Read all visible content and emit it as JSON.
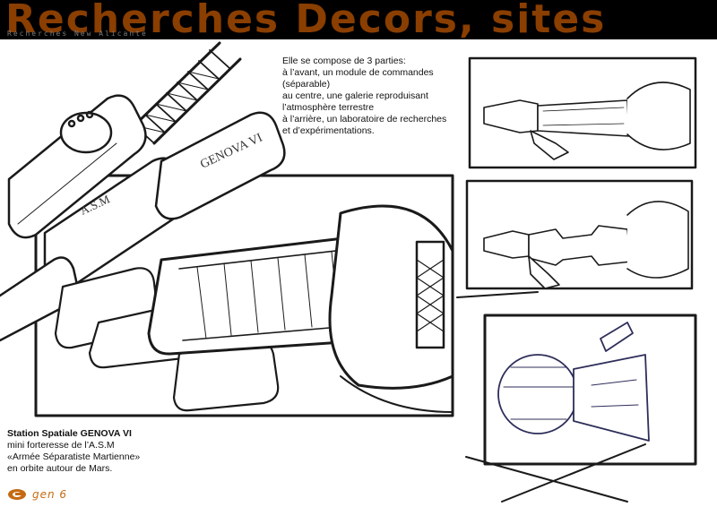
{
  "header": {
    "title": "Recherches Decors, sites",
    "subtitle": "Recherches New Alicante"
  },
  "intro": {
    "lines": [
      "Elle se compose de 3 parties:",
      "à l’avant, un module de commandes",
      "(séparable)",
      "au centre, une galerie reproduisant",
      "l’atmosphère terrestre",
      "à l’arrière, un laboratoire de recherches",
      "et d’expérimentations."
    ]
  },
  "caption": {
    "title": "Station Spatiale GENOVA VI",
    "lines": [
      "mini forteresse de l’A.S.M",
      "«Armée Séparatiste Martienne»",
      "en orbite autour de Mars."
    ]
  },
  "sketch_labels": {
    "tank_a": "GENOVA VI",
    "tank_b": "A.S.M"
  },
  "footer": {
    "logo_text": "gen 6"
  },
  "colors": {
    "banner_bg": "#000000",
    "banner_title": "#8a3e00",
    "logo": "#c56a12",
    "ink": "#1a1a1a",
    "ink_blue": "#3a3a6a"
  }
}
